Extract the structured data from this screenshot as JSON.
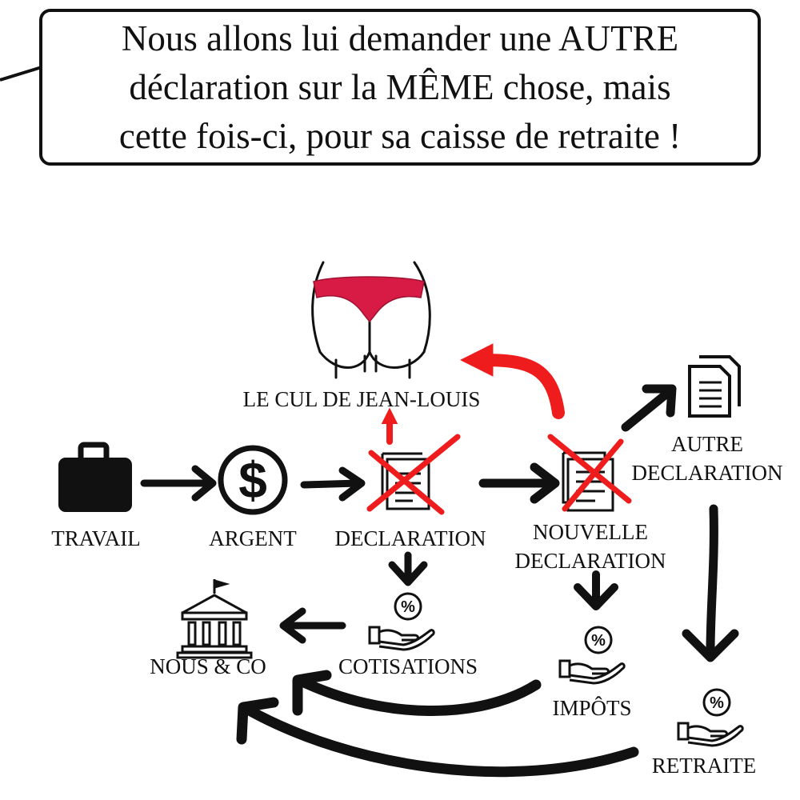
{
  "speech_bubble": {
    "lines": [
      "Nous allons lui demander une AUTRE",
      "déclaration sur la MÊME chose, mais",
      "cette fois-ci, pour sa caisse de retraite !"
    ]
  },
  "nodes": {
    "travail": {
      "label": "TRAVAIL",
      "icon": "briefcase-icon"
    },
    "argent": {
      "label": "ARGENT",
      "icon": "dollar-coin-icon"
    },
    "declaration": {
      "label": "DECLARATION",
      "icon": "document-icon"
    },
    "nouvelle_declaration": {
      "label_line1": "NOUVELLE",
      "label_line2": "DECLARATION",
      "icon": "document-icon"
    },
    "autre_declaration": {
      "label_line1": "AUTRE",
      "label_line2": "DECLARATION",
      "icon": "documents-stack-icon"
    },
    "le_cul": {
      "label": "LE CUL DE JEAN-LOUIS",
      "icon": "buttocks-icon"
    },
    "cotisations": {
      "label": "COTISATIONS",
      "icon": "percent-hand-icon"
    },
    "impots": {
      "label": "IMPÔTS",
      "icon": "percent-hand-icon"
    },
    "retraite": {
      "label": "RETRAITE",
      "icon": "percent-hand-icon"
    },
    "nous_co": {
      "label": "NOUS & CO",
      "icon": "bank-building-icon"
    }
  },
  "colors": {
    "ink": "#111111",
    "red": "#ee1c1c",
    "panty": "#d81b45"
  }
}
